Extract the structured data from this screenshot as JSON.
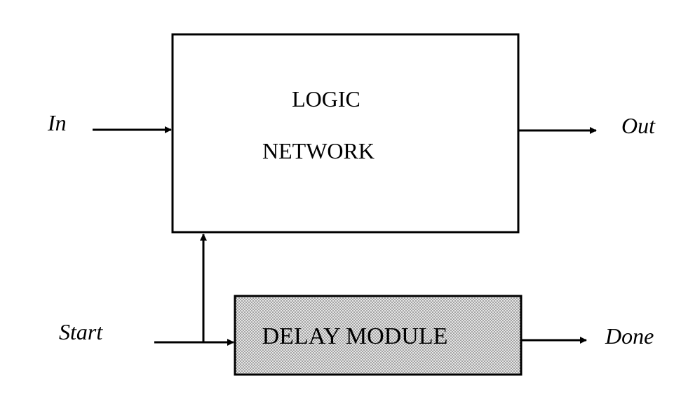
{
  "diagram": {
    "logic_block": {
      "line1": "LOGIC",
      "line2": "NETWORK"
    },
    "delay_block": {
      "label": "DELAY MODULE"
    },
    "signals": {
      "input": "In",
      "output": "Out",
      "start": "Start",
      "done": "Done"
    },
    "colors": {
      "stroke": "#000000",
      "background": "#ffffff",
      "stipple_dot": "#555555",
      "stipple_bg": "#e8e8e8"
    }
  }
}
